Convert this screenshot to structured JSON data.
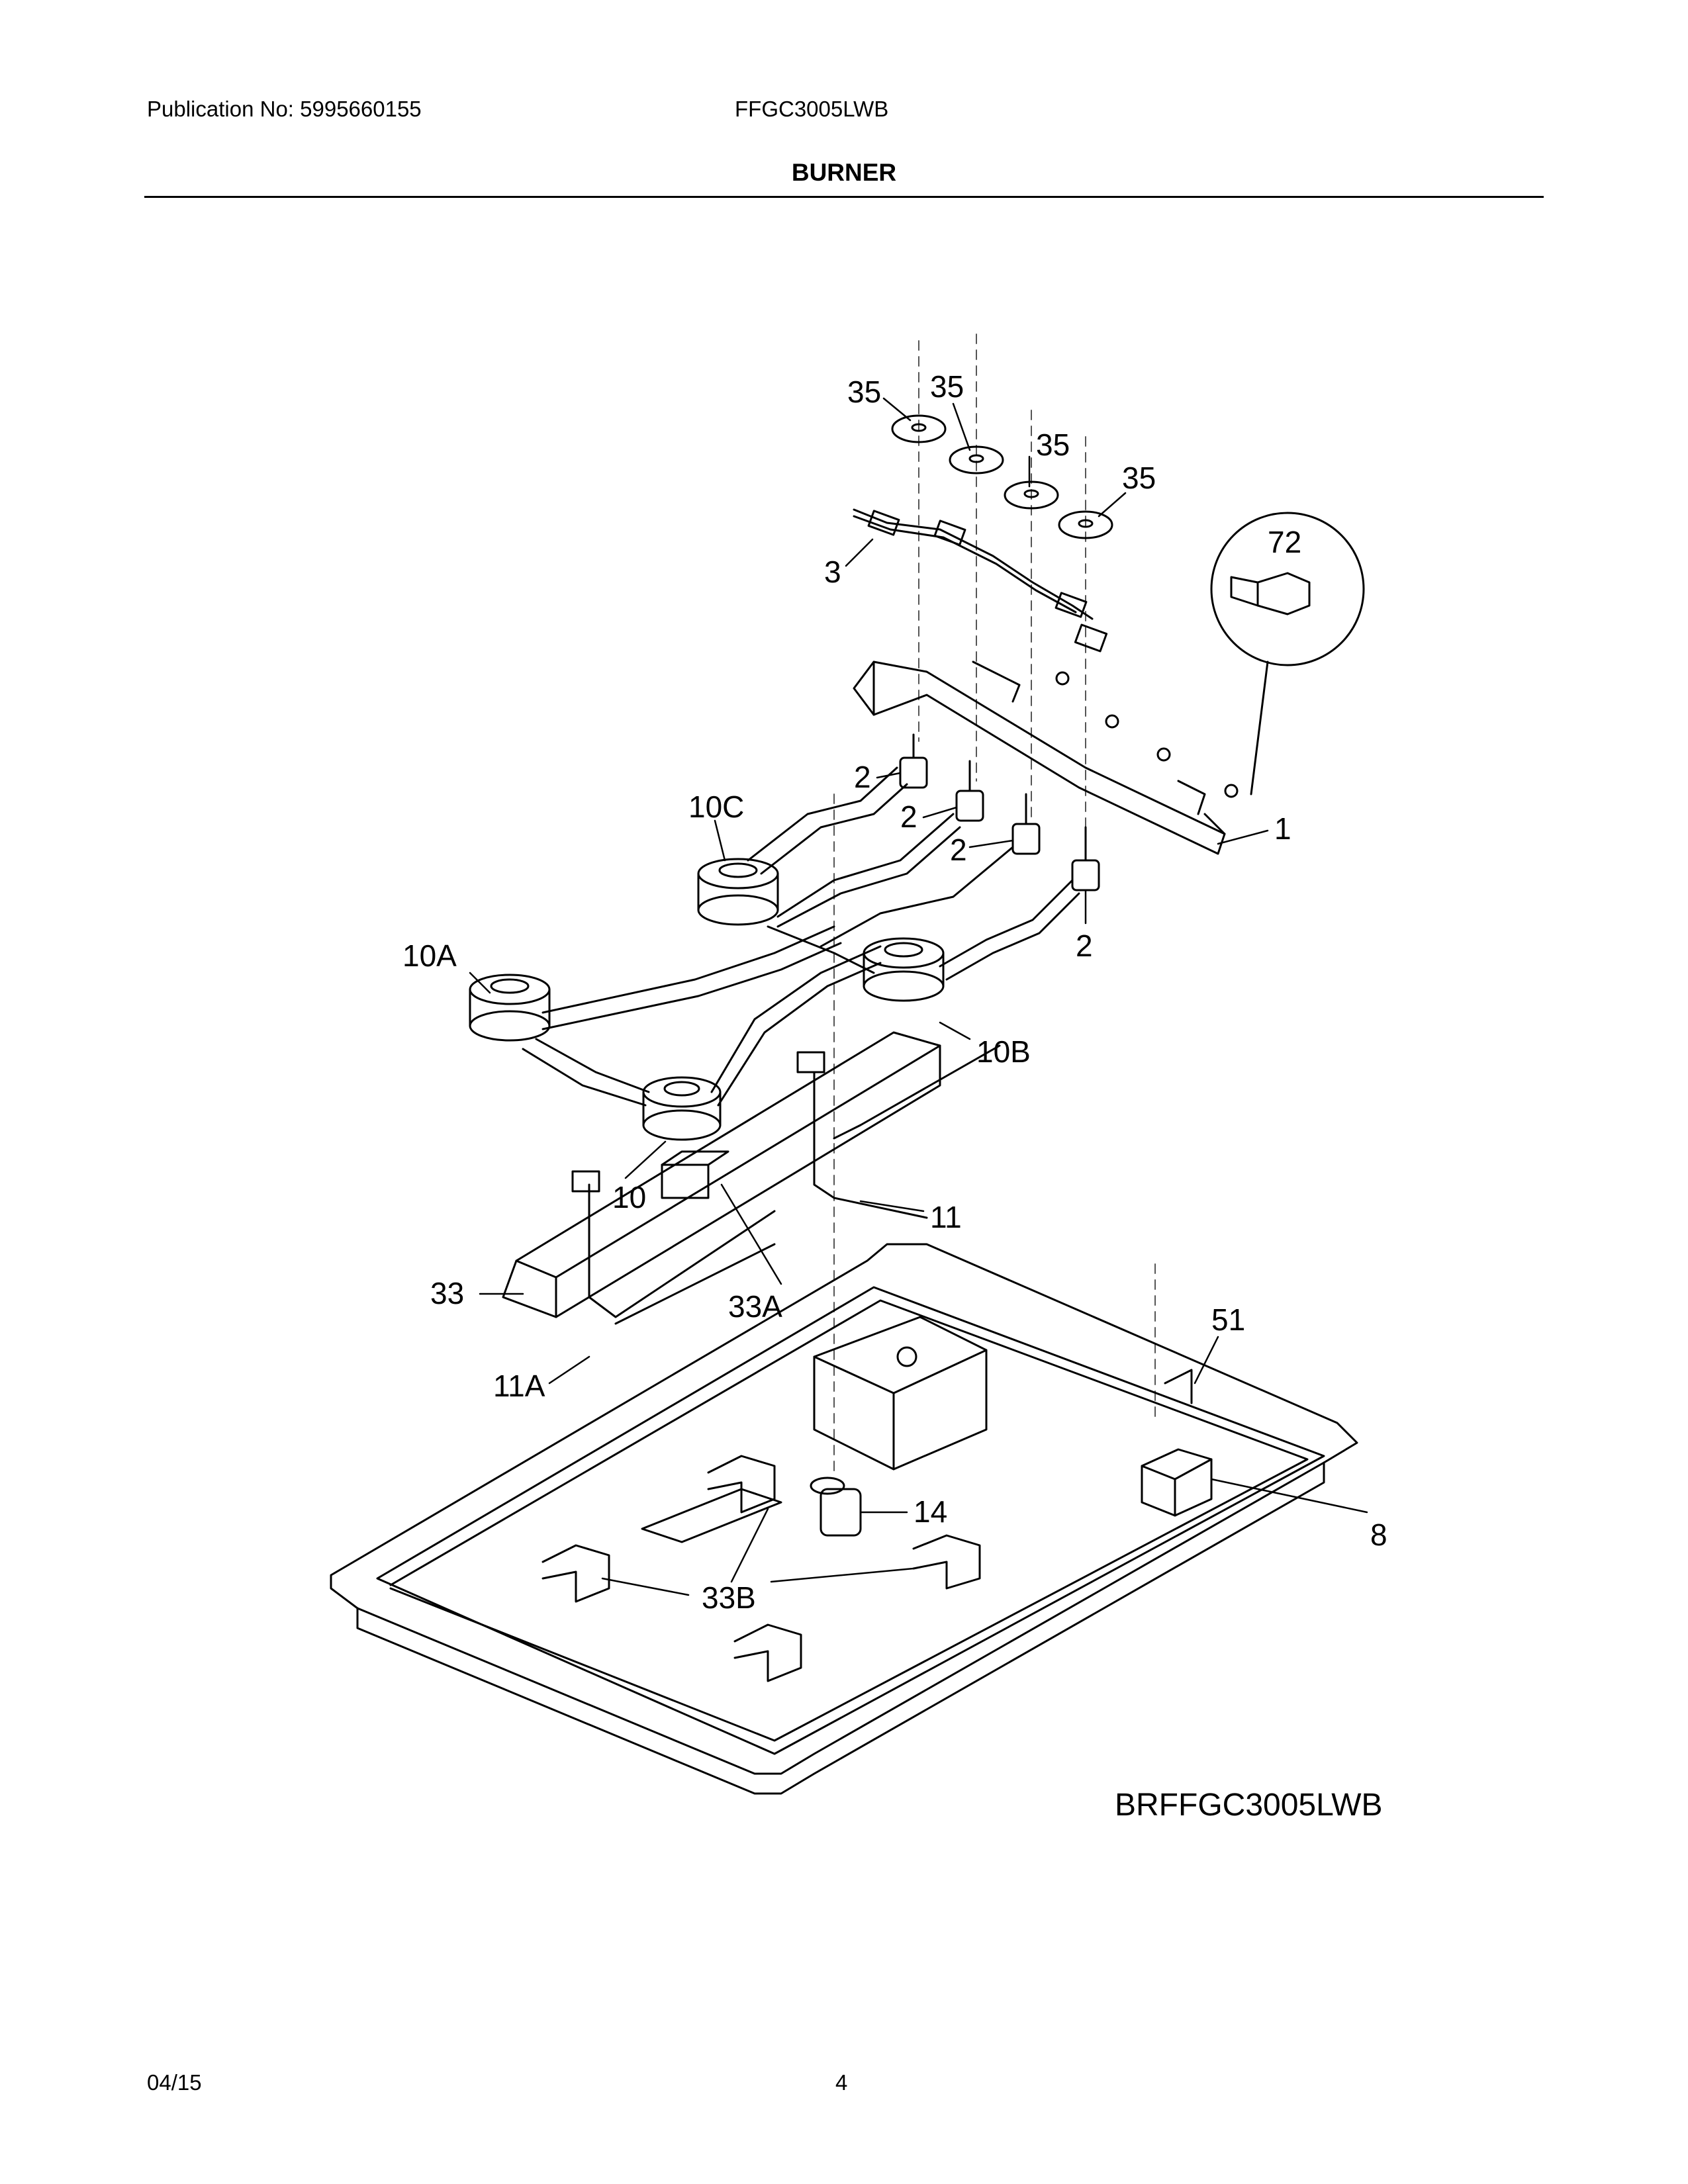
{
  "header": {
    "publication": "Publication No: 5995660155",
    "model": "FFGC3005LWB",
    "section": "BURNER"
  },
  "diagram_code": "BRFFGC3005LWB",
  "footer": {
    "date": "04/15",
    "page": "4"
  },
  "callouts": {
    "c35a": "35",
    "c35b": "35",
    "c35c": "35",
    "c35d": "35",
    "c72": "72",
    "c3": "3",
    "c1": "1",
    "c2a": "2",
    "c2b": "2",
    "c2c": "2",
    "c2d": "2",
    "c10c": "10C",
    "c10a": "10A",
    "c10b": "10B",
    "c10": "10",
    "c11": "11",
    "c33": "33",
    "c33a": "33A",
    "c11a": "11A",
    "c51": "51",
    "c14": "14",
    "c8": "8",
    "c33b": "33B"
  }
}
